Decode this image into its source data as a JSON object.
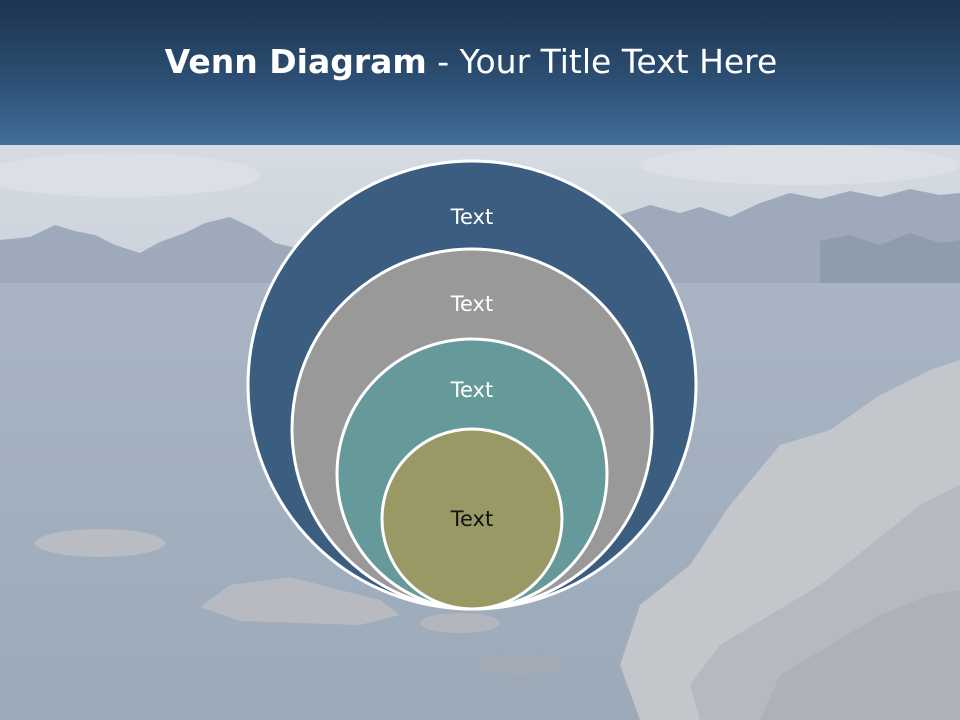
{
  "slide": {
    "title_bold": "Venn Diagram",
    "title_rest": " - Your Title Text Here"
  },
  "diagram": {
    "type": "nested-circles",
    "circles": [
      {
        "label": "Text",
        "fill": "#3b5d80",
        "text_color": "#ffffff"
      },
      {
        "label": "Text",
        "fill": "#999999",
        "text_color": "#ffffff"
      },
      {
        "label": "Text",
        "fill": "#669999",
        "text_color": "#ffffff"
      },
      {
        "label": "Text",
        "fill": "#999966",
        "text_color": "#111111"
      }
    ]
  },
  "colors": {
    "header_dark": "#1d3350",
    "header_light": "#426e98",
    "outline": "#ffffff"
  }
}
